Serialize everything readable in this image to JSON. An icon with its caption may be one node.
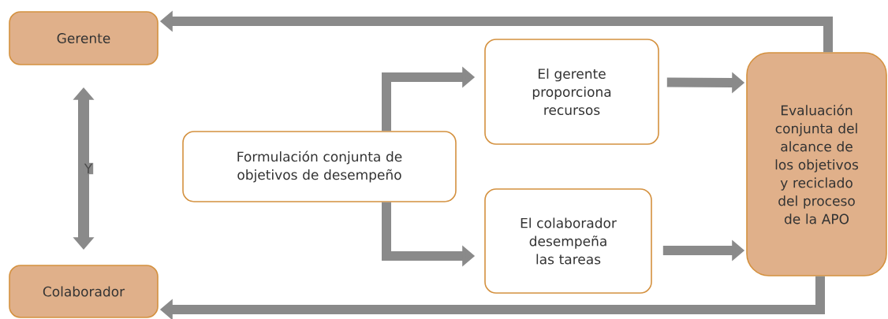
{
  "diagram": {
    "nodes": [
      {
        "text": [
          "Gerente"
        ]
      },
      {
        "text": [
          "Colaborador"
        ]
      },
      {
        "text": [
          "Formulación conjunta de objetivos de desempeño"
        ]
      },
      {
        "text": [
          "El gerente proporciona recursos"
        ]
      },
      {
        "text": [
          "El colaborador desempeña las tareas"
        ]
      },
      {
        "text": [
          "Evaluación conjunta del alcance de los objetivos y reciclado del proceso de la APO"
        ]
      }
    ],
    "edges": [
      {
        "from": 0,
        "to": 1,
        "arrow": "both",
        "label": "Y"
      },
      {
        "from": 2,
        "to": 3,
        "arrow": "to"
      },
      {
        "from": 2,
        "to": 4,
        "arrow": "to"
      },
      {
        "from": 3,
        "to": 5,
        "arrow": "to"
      },
      {
        "from": 4,
        "to": 5,
        "arrow": "to"
      },
      {
        "from": 5,
        "to": 0,
        "arrow": "to"
      },
      {
        "from": 5,
        "to": 1,
        "arrow": "to"
      }
    ]
  }
}
